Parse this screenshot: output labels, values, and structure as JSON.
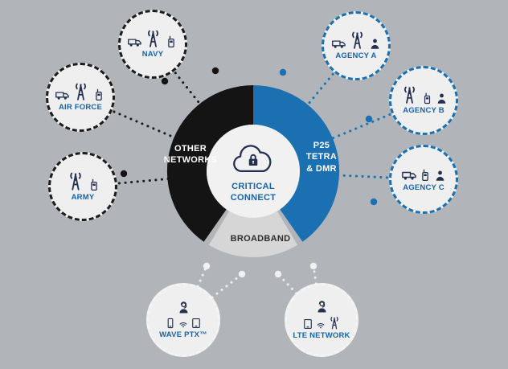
{
  "diagram_title": "Critical Connect network diagram",
  "colors": {
    "background": "#b1b5b9",
    "segment_black": "#141414",
    "segment_blue": "#1b70b1",
    "segment_gray": "#d6d6d6",
    "hub_fill": "#f1f1f1",
    "node_fill": "#efefef",
    "label_blue": "#1663a6",
    "icon_navy": "#23304f",
    "link_black": "#1a1a1a",
    "link_blue": "#1b70b1",
    "link_white": "#ededed"
  },
  "center": {
    "label": "CRITICAL\nCONNECT",
    "icon": "cloud-lock-icon"
  },
  "segments": {
    "other_networks": {
      "label": "OTHER\nNETWORKS"
    },
    "p25_tetra_dmr": {
      "label": "P25\nTETRA\n& DMR"
    },
    "broadband": {
      "label": "BROADBAND"
    }
  },
  "nodes": {
    "navy": {
      "label": "NAVY",
      "icons": [
        "truck-icon",
        "radio-tower-icon",
        "walkie-talkie-icon"
      ],
      "link": "black"
    },
    "air_force": {
      "label": "AIR FORCE",
      "icons": [
        "truck-icon",
        "radio-tower-icon",
        "walkie-talkie-icon"
      ],
      "link": "black"
    },
    "army": {
      "label": "ARMY",
      "icons": [
        "radio-tower-icon",
        "walkie-talkie-icon"
      ],
      "link": "black"
    },
    "agency_a": {
      "label": "AGENCY A",
      "icons": [
        "truck-icon",
        "radio-tower-icon",
        "police-officer-icon"
      ],
      "link": "blue"
    },
    "agency_b": {
      "label": "AGENCY B",
      "icons": [
        "radio-tower-icon",
        "walkie-talkie-icon",
        "police-officer-icon"
      ],
      "link": "blue"
    },
    "agency_c": {
      "label": "AGENCY C",
      "icons": [
        "truck-icon",
        "walkie-talkie-icon",
        "police-officer-icon"
      ],
      "link": "blue"
    },
    "wave_ptx": {
      "label": "WAVE PTX™",
      "icons": [
        "dispatcher-icon",
        "smartphone-icon",
        "wifi-icon",
        "tablet-icon"
      ],
      "link": "white"
    },
    "lte_network": {
      "label": "LTE NETWORK",
      "icons": [
        "dispatcher-icon",
        "tablet-icon",
        "wifi-icon",
        "radio-tower-icon"
      ],
      "link": "white"
    }
  }
}
